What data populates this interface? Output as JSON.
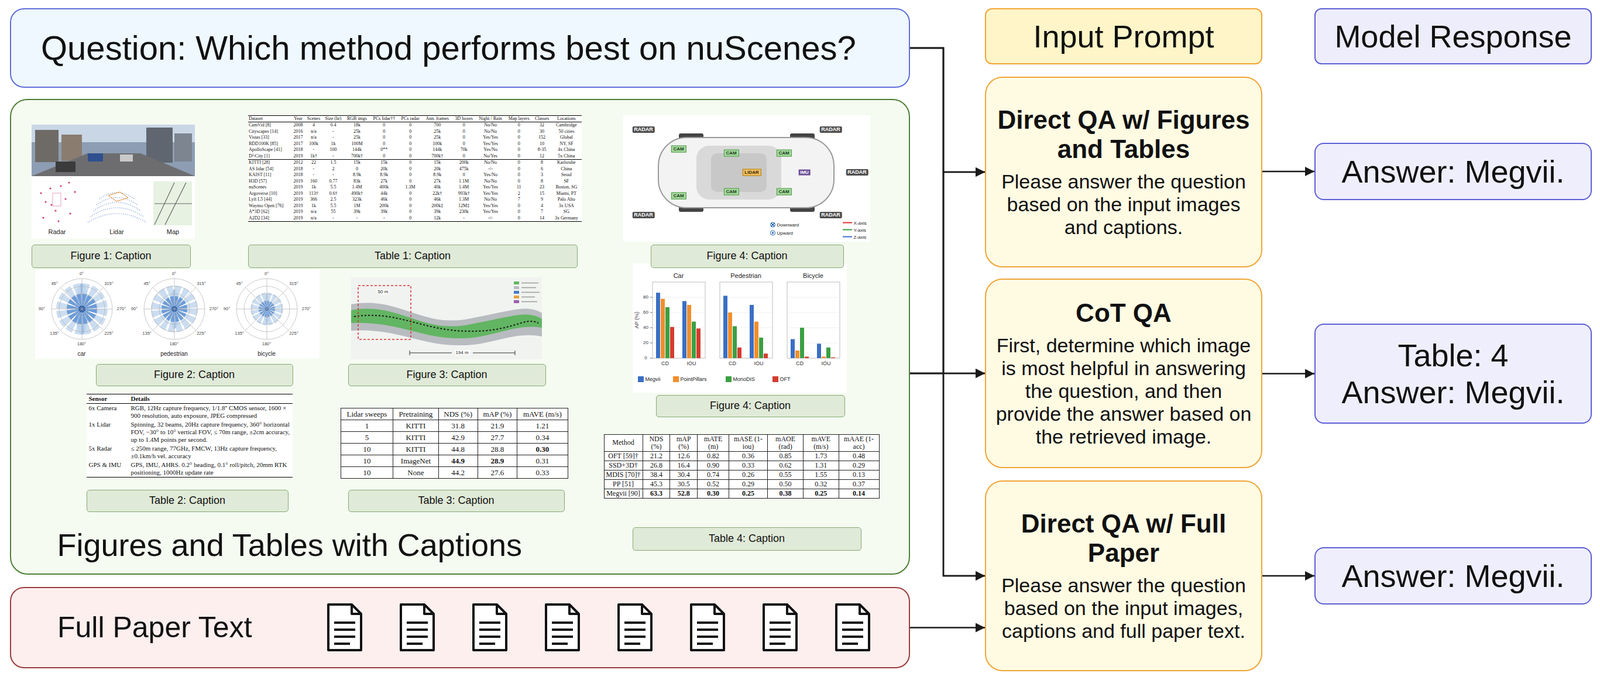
{
  "diagram": {
    "nodes": [
      {
        "text": [
          "Question: Which method performs best on nuScenes?"
        ]
      },
      {
        "text": [
          "Figures and Tables with Captions"
        ]
      },
      {
        "text": [
          "Figure 1: Caption"
        ],
        "in": 1
      },
      {
        "text": [
          "Table 1: Caption"
        ],
        "in": 1
      },
      {
        "text": [
          "Figure 4: Caption"
        ],
        "in": 1
      },
      {
        "text": [
          "Figure 2: Caption"
        ],
        "in": 1
      },
      {
        "text": [
          "Figure 3: Caption"
        ],
        "in": 1
      },
      {
        "text": [
          "Figure 4: Caption"
        ],
        "in": 1
      },
      {
        "text": [
          "Table 2: Caption"
        ],
        "in": 1
      },
      {
        "text": [
          "Table 3: Caption"
        ],
        "in": 1
      },
      {
        "text": [
          "Table 4: Caption"
        ],
        "in": 1
      },
      {
        "text": [
          "Full Paper Text"
        ]
      },
      {
        "text": [
          "Input Prompt"
        ]
      },
      {
        "text": [
          "Model Response"
        ]
      },
      {
        "text": [
          "Direct QA w/ Figures and Tables",
          "Please answer the question based on the input images and captions."
        ]
      },
      {
        "text": [
          "CoT QA",
          "First, determine which image is most helpful in answering the question, and then provide the answer based on the retrieved image."
        ]
      },
      {
        "text": [
          "Direct QA w/ Full Paper",
          "Please answer the question based on the input images, captions and full paper text."
        ]
      },
      {
        "text": [
          "Answer: Megvii."
        ]
      },
      {
        "text": [
          "Table: 4",
          "Answer: Megvii."
        ]
      },
      {
        "text": [
          "Answer: Megvii."
        ]
      }
    ],
    "edges": [
      {
        "from": 0,
        "to": 14,
        "arrow": "to"
      },
      {
        "from": 0,
        "to": 15,
        "arrow": "to"
      },
      {
        "from": 0,
        "to": 16,
        "arrow": "to"
      },
      {
        "from": 1,
        "to": 14,
        "arrow": "to"
      },
      {
        "from": 1,
        "to": 15,
        "arrow": "to"
      },
      {
        "from": 1,
        "to": 16,
        "arrow": "to"
      },
      {
        "from": 11,
        "to": 16,
        "arrow": "to"
      },
      {
        "from": 14,
        "to": 17,
        "arrow": "to"
      },
      {
        "from": 15,
        "to": 18,
        "arrow": "to"
      },
      {
        "from": 16,
        "to": 19,
        "arrow": "to"
      }
    ],
    "labels": [
      "Radar",
      "Lidar",
      "Map",
      "Dataset",
      "Year",
      "Scenes",
      "Size (hr)",
      "RGB imgs",
      "PCs lidar††",
      "PCs radar",
      "Ann. frames",
      "3D boxes",
      "Night / Rain",
      "Map layers",
      "Classes",
      "Locations",
      "CamVid [8]",
      "2008",
      "4",
      "0.4",
      "18k",
      "0",
      "0",
      "700",
      "0",
      "No/No",
      "0",
      "32",
      "Cambridge",
      "Cityscapes [14]",
      "2016",
      "n/a",
      "-",
      "25k",
      "0",
      "0",
      "25k",
      "0",
      "No/No",
      "0",
      "30",
      "50 cities",
      "Vistas [33]",
      "2017",
      "n/a",
      "-",
      "25k",
      "0",
      "0",
      "25k",
      "0",
      "Yes/Yes",
      "0",
      "152",
      "Global",
      "BDD100K [85]",
      "2017",
      "100k",
      "1k",
      "100M",
      "0",
      "0",
      "100k",
      "0",
      "Yes/Yes",
      "0",
      "10",
      "NY, SF",
      "ApolloScape [41]",
      "2018",
      "-",
      "100",
      "144k",
      "0**",
      "0",
      "144k",
      "70k",
      "Yes/No",
      "0",
      "8-35",
      "4x China",
      "D²-City [1]",
      "2019",
      "1k†",
      "-",
      "700k†",
      "0",
      "0",
      "700k†",
      "0",
      "No/Yes",
      "0",
      "12",
      "5x China",
      "KITTI [28]",
      "2012",
      "22",
      "1.5",
      "15k",
      "15k",
      "0",
      "15k",
      "200k",
      "No/No",
      "0",
      "8",
      "Karlsruhe",
      "AS lidar [54]",
      "2018",
      "-",
      "2",
      "0",
      "20k",
      "0",
      "20k",
      "475k",
      "-/-",
      "0",
      "6",
      "China",
      "KAIST [11]",
      "2018",
      "-",
      "-",
      "8.9k",
      "8.9k",
      "0",
      "8.9k",
      "0",
      "Yes/No",
      "0",
      "3",
      "Seoul",
      "H3D [57]",
      "2019",
      "160",
      "0.77",
      "83k",
      "27k",
      "0",
      "27k",
      "1.1M",
      "No/No",
      "0",
      "8",
      "SF",
      "nuScenes",
      "2019",
      "1k",
      "5.5",
      "1.4M",
      "400k",
      "1.3M",
      "40k",
      "1.4M",
      "Yes/Yes",
      "11",
      "23",
      "Boston, SG",
      "Argoverse [10]",
      "2019",
      "113†",
      "0.6†",
      "490k†",
      "44k",
      "0",
      "22k†",
      "993k†",
      "Yes/Yes",
      "2",
      "15",
      "Miami, PT",
      "Lyft L5 [44]",
      "2019",
      "366",
      "2.5",
      "323k",
      "46k",
      "0",
      "46k",
      "1.3M",
      "No/No",
      "7",
      "9",
      "Palo Alto",
      "Waymo Open [76]",
      "2019",
      "1k",
      "5.5",
      "1M",
      "200k",
      "0",
      "200k‡",
      "12M‡",
      "Yes/Yes",
      "0",
      "4",
      "3x USA",
      "A*3D [62]",
      "2019",
      "n/a",
      "55",
      "39k",
      "39k",
      "0",
      "39k",
      "230k",
      "Yes/Yes",
      "0",
      "7",
      "SG",
      "A2D2 [34]",
      "2019",
      "n/a",
      "-",
      "-",
      "-",
      "0",
      "12k",
      "-",
      "-/-",
      "0",
      "14",
      "3x Germany",
      "RADAR",
      "RADAR",
      "RADAR",
      "RADAR",
      "RADAR",
      "CAM",
      "CAM",
      "CAM",
      "CAM",
      "CAM",
      "CAM",
      "LIDAR",
      "IMU",
      "0°",
      "45°",
      "90°",
      "135°",
      "180°",
      "225°",
      "270°",
      "315°",
      "car",
      "0°",
      "45°",
      "90°",
      "135°",
      "180°",
      "225°",
      "270°",
      "315°",
      "pedestrian",
      "0°",
      "45°",
      "90°",
      "135°",
      "180°",
      "225°",
      "270°",
      "315°",
      "bicycle",
      "50 m",
      "194 m",
      "Car",
      "Pedestrian",
      "Bicycle",
      "AP (%)",
      "80",
      "60",
      "40",
      "20",
      "0",
      "CD",
      "IOU",
      "CD",
      "IOU",
      "CD",
      "IOU",
      "Sensor",
      "Details",
      "6x Camera",
      "RGB, 12Hz capture frequency, 1/1.8'' CMOS sensor, 1600 × 900 resolution, auto exposure, JPEG compressed",
      "1x Lidar",
      "Spinning, 32 beams, 20Hz capture frequency, 360° horizontal FOV, −30° to 10° vertical FOV, ≤ 70m range, ±2cm accuracy, up to 1.4M points per second.",
      "5x Radar",
      "≤ 250m range, 77GHz, FMCW, 13Hz capture frequency, ±0.1km/h vel. accuracy",
      "GPS & IMU",
      "GPS, IMU, AHRS. 0.2° heading, 0.1° roll/pitch, 20mm RTK positioning, 1000Hz update rate",
      "Lidar sweeps",
      "Pretraining",
      "NDS (%)",
      "mAP (%)",
      "mAVE (m/s)",
      "1",
      "KITTI",
      "31.8",
      "21.9",
      "1.21",
      "5",
      "KITTI",
      "42.9",
      "27.7",
      "0.34",
      "10",
      "KITTI",
      "44.8",
      "28.8",
      "0.30",
      "10",
      "ImageNet",
      "44.9",
      "28.9",
      "0.31",
      "10",
      "None",
      "44.2",
      "27.6",
      "0.33",
      "Method",
      "NDS (%)",
      "mAP (%)",
      "mATE (m)",
      "mASE (1-iou)",
      "mAOE (rad)",
      "mAVE (m/s)",
      "mAAE (1-acc)",
      "OFT [59]†",
      "21.2",
      "12.6",
      "0.82",
      "0.36",
      "0.85",
      "1.73",
      "0.48",
      "SSD+3D†",
      "26.8",
      "16.4",
      "0.90",
      "0.33",
      "0.62",
      "1.31",
      "0.29",
      "MDIS [70]†",
      "38.4",
      "30.4",
      "0.74",
      "0.26",
      "0.55",
      "1.55",
      "0.13",
      "PP [51]",
      "45.3",
      "30.5",
      "0.52",
      "0.29",
      "0.50",
      "0.32",
      "0.37",
      "Megvii [90]",
      "63.3",
      "52.8",
      "0.30",
      "0.25",
      "0.38",
      "0.25",
      "0.14"
    ],
    "legend": [
      {
        "text": "Downward"
      },
      {
        "text": "Upward"
      },
      {
        "text": "X-axis"
      },
      {
        "text": "Y-axis"
      },
      {
        "text": "Z-axis"
      },
      {
        "text": "Megvii",
        "color": "#3b6fc4"
      },
      {
        "text": "PointPillars",
        "color": "#f28e2b"
      },
      {
        "text": "MonoDIS",
        "color": "#3aa043"
      },
      {
        "text": "OFT",
        "color": "#d43d2f"
      }
    ]
  }
}
